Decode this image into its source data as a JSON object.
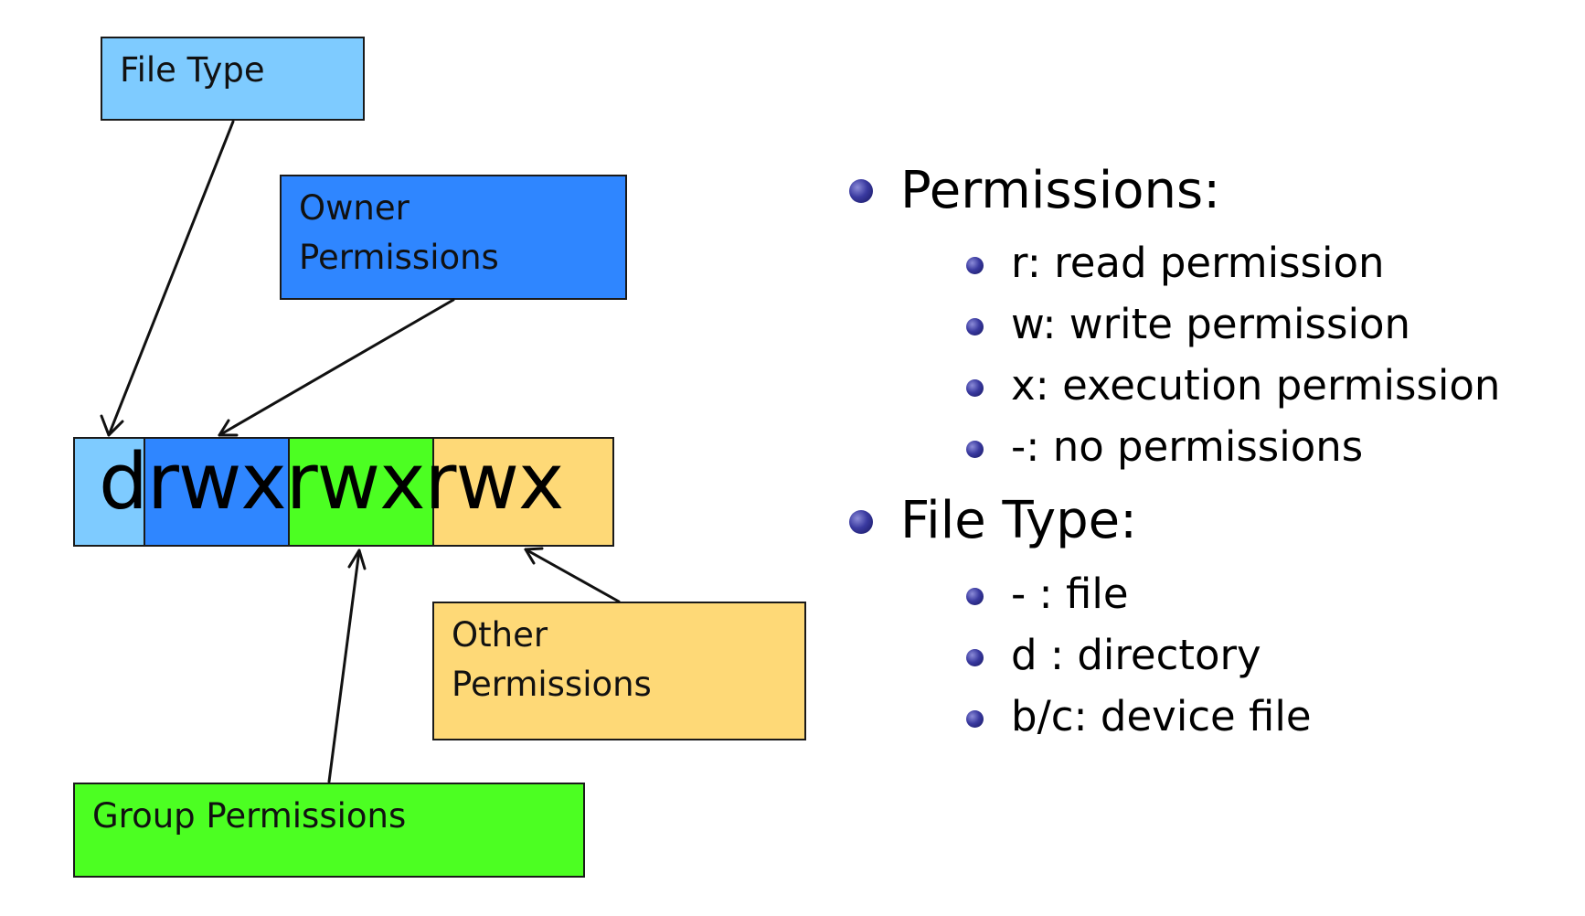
{
  "diagram": {
    "permission_string": "drwxrwxrwx",
    "labels": {
      "file_type": "File Type",
      "owner": "Owner Permissions",
      "group": "Group Permissions",
      "other": "Other Permissions"
    },
    "colors": {
      "file_type": "#7ecbff",
      "owner": "#2f86ff",
      "group": "#4cff22",
      "other": "#fed977"
    }
  },
  "legend": {
    "permissions": {
      "heading": "Permissions:",
      "items": [
        "r: read permission",
        "w: write permission",
        "x: execution permission",
        "-: no permissions"
      ]
    },
    "file_type": {
      "heading": "File Type:",
      "items": [
        "- : file",
        "d : directory",
        "b/c: device file"
      ]
    }
  }
}
